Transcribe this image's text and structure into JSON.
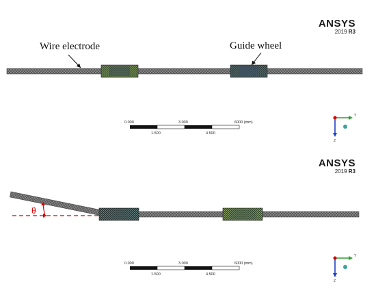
{
  "logos": [
    {
      "brand": "ANSYS",
      "version_prefix": "2019",
      "version_suffix": "R3"
    },
    {
      "brand": "ANSYS",
      "version_prefix": "2019",
      "version_suffix": "R3"
    }
  ],
  "callouts": {
    "wire_electrode": "Wire electrode",
    "guide_wheel": "Guide wheel"
  },
  "scale_bar": {
    "top_ticks": [
      "0.000",
      "3.000",
      "6000 (mm)"
    ],
    "bottom_ticks": [
      "1.500",
      "4.500"
    ]
  },
  "angle_label": "θ",
  "triad": {
    "y_label": "Y",
    "z_label": "Z"
  },
  "colors": {
    "wire_mesh": "#6b6b6b",
    "guide_wheel_dark": "#2a3a3a",
    "guide_wheel_green": "#4f6b3a",
    "angle_red": "#d40000",
    "axis_y": "#2e9e2e",
    "axis_z": "#1d3fbf",
    "axis_x": "#d40000"
  }
}
